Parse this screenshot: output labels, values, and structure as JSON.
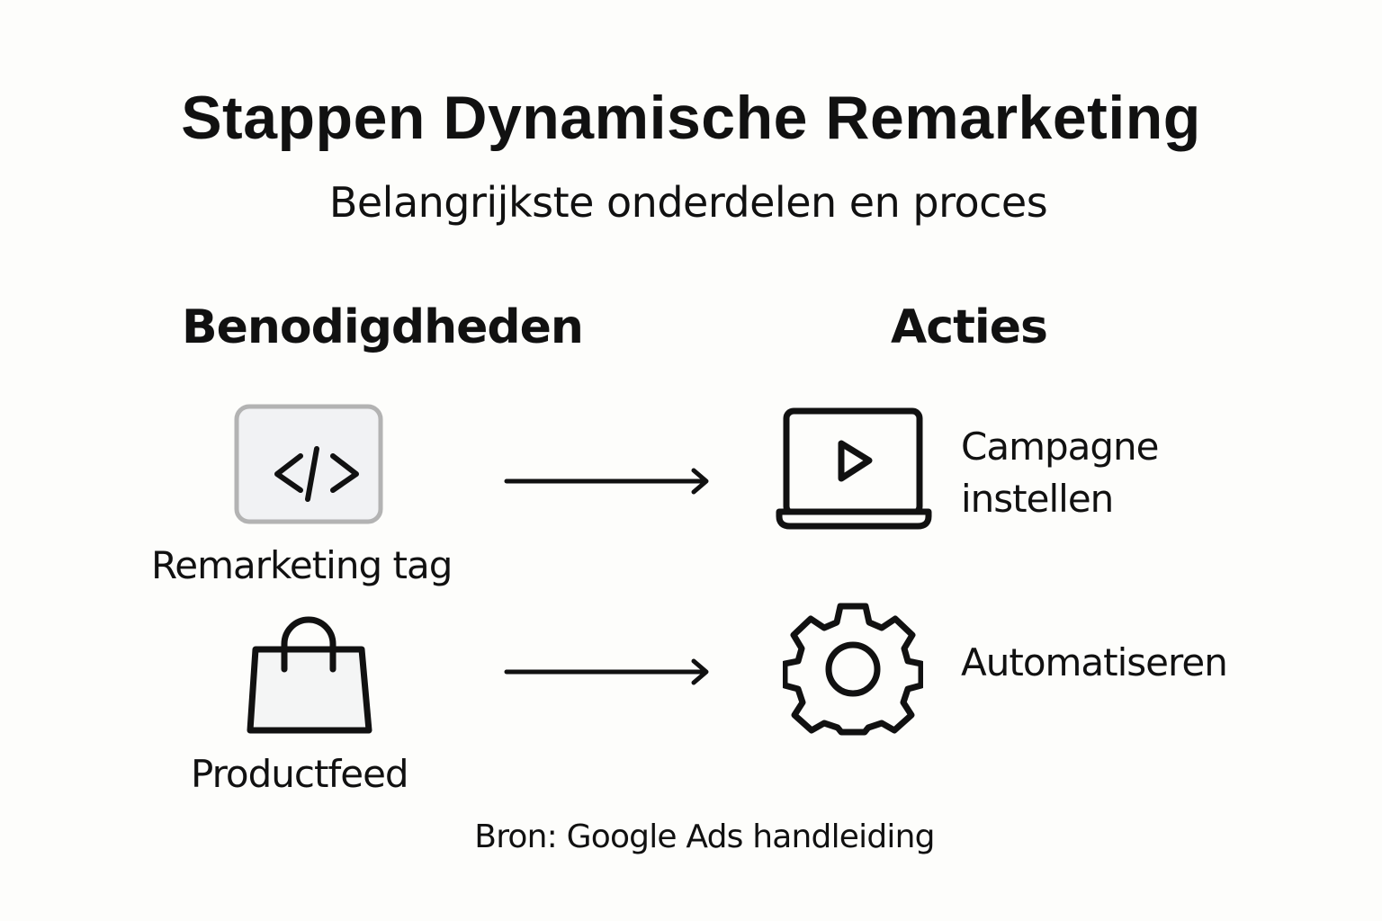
{
  "header": {
    "title": "Stappen Dynamische Remarketing",
    "subtitle": "Belangrijkste onderdelen en proces"
  },
  "columns": {
    "left": {
      "heading": "Benodigdheden",
      "items": [
        {
          "label": "Remarketing tag",
          "icon": "code-icon"
        },
        {
          "label": "Productfeed",
          "icon": "shopping-bag-icon"
        }
      ]
    },
    "right": {
      "heading": "Acties",
      "items": [
        {
          "label_line1": "Campagne",
          "label_line2": "instellen",
          "icon": "laptop-play-icon"
        },
        {
          "label": "Automatiseren",
          "icon": "gear-icon"
        }
      ]
    }
  },
  "connectors": [
    {
      "from": "Remarketing tag",
      "to": "Campagne instellen",
      "icon": "arrow-right-icon"
    },
    {
      "from": "Productfeed",
      "to": "Automatiseren",
      "icon": "arrow-right-icon"
    }
  ],
  "footer": {
    "source": "Bron: Google Ads handleiding"
  },
  "colors": {
    "background": "#fdfdfb",
    "stroke": "#111111",
    "icon_box_fill": "#f1f2f4",
    "icon_box_border": "#b3b3b3"
  }
}
